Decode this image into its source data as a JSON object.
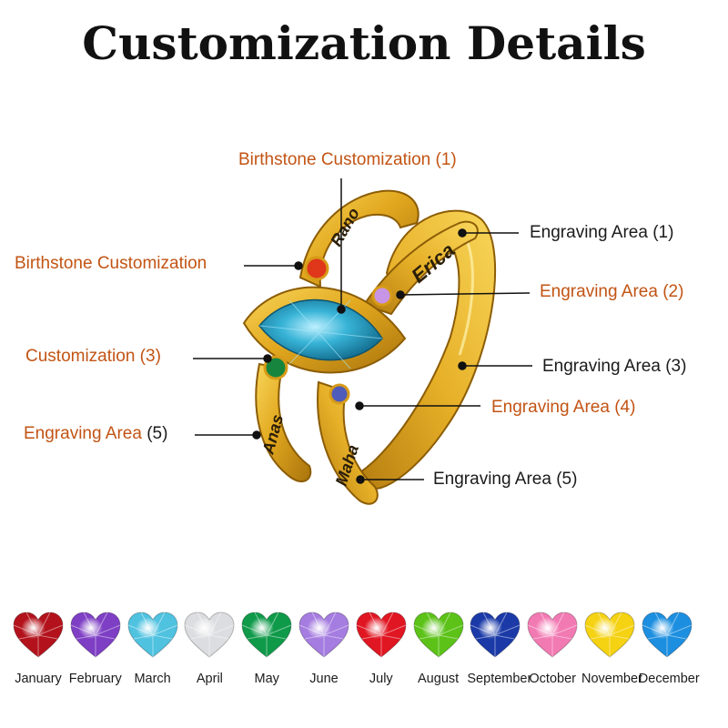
{
  "title": "Customization Details",
  "ring": {
    "engravings": [
      "Rano",
      "Erica",
      "Anas",
      "Maha"
    ],
    "colors": {
      "gold": "#e2a81f",
      "gold_light": "#f8d65a",
      "gold_dark": "#a8730c",
      "marquise_stone": "#37b3d6"
    }
  },
  "callouts": {
    "birthstone_1": {
      "label": "Birthstone Customization",
      "num": "(1)"
    },
    "birthstone_left": {
      "label": "Birthstone Customization"
    },
    "customization_3": {
      "label": "Customization",
      "num": "(3)"
    },
    "engraving_5_left": {
      "label": "Engraving Area",
      "num": "(5)"
    },
    "engraving_1": {
      "label": "Engraving Area (1)"
    },
    "engraving_2": {
      "label": "Engraving Area",
      "num": "(2)"
    },
    "engraving_3": {
      "label": "Engraving Area (3)"
    },
    "engraving_4": {
      "label": "Engraving Area",
      "num": "(4)"
    },
    "engraving_5_right": {
      "label": "Engraving Area (5)"
    }
  },
  "accent_colors": {
    "orange_label": "#c25414",
    "black_label": "#1b1b1b"
  },
  "birthstones": [
    {
      "month": "January",
      "color": "#b3121c"
    },
    {
      "month": "February",
      "color": "#7e3fc4"
    },
    {
      "month": "March",
      "color": "#4fc2e0"
    },
    {
      "month": "April",
      "color": "#dcdde0"
    },
    {
      "month": "May",
      "color": "#0f9a4a"
    },
    {
      "month": "June",
      "color": "#a57ce0"
    },
    {
      "month": "July",
      "color": "#e01622"
    },
    {
      "month": "August",
      "color": "#5cc218"
    },
    {
      "month": "September",
      "color": "#1b3aa8"
    },
    {
      "month": "October",
      "color": "#f27ab3"
    },
    {
      "month": "November",
      "color": "#f5d212"
    },
    {
      "month": "December",
      "color": "#1d8fe0"
    }
  ]
}
